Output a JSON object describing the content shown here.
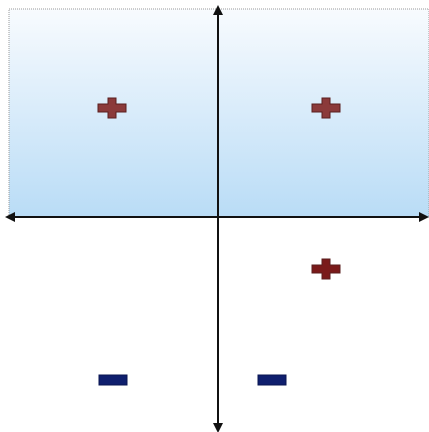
{
  "diagram": {
    "colors": {
      "background": "#ffffff",
      "region_top": "#f8fbfe",
      "region_bottom": "#b9dcf6",
      "region_border": "#9a9a9a",
      "axis": "#111111",
      "plus_fill": "#8b3a3a",
      "plus_fill_dark": "#7a1a1a",
      "plus_stroke": "#5a1e1e",
      "minus_fill": "#0f1f6e",
      "minus_stroke": "#0a1450"
    },
    "shaded_region": {
      "description_name": "upper-half-plane",
      "style": "gradient"
    },
    "markers": [
      {
        "kind": "plus",
        "quadrant": "upper-left",
        "shade": "normal"
      },
      {
        "kind": "plus",
        "quadrant": "upper-right",
        "shade": "normal"
      },
      {
        "kind": "plus",
        "quadrant": "lower-right",
        "shade": "dark"
      },
      {
        "kind": "minus",
        "quadrant": "lower-left"
      },
      {
        "kind": "minus",
        "quadrant": "lower-right-near-axis"
      }
    ]
  }
}
